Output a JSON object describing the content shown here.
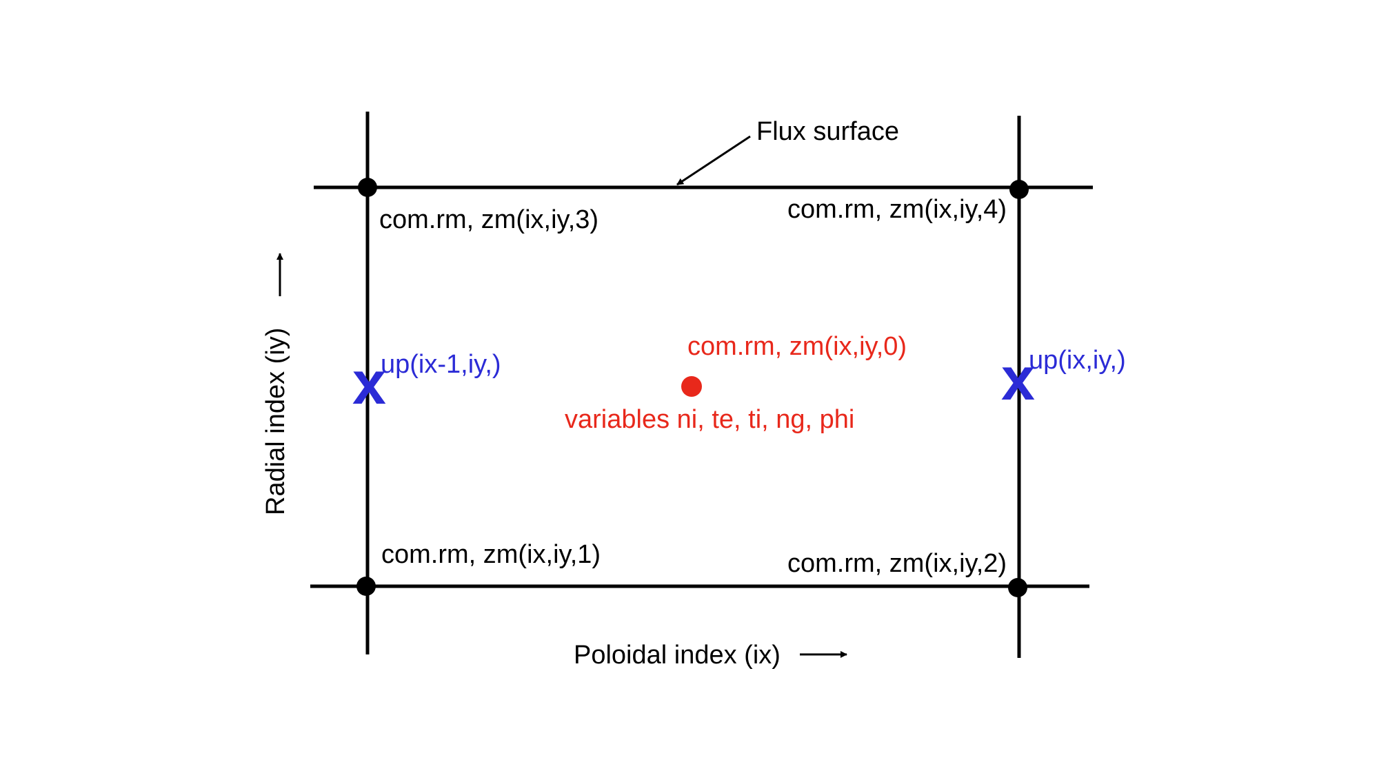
{
  "labels": {
    "flux_surface": "Flux surface",
    "corner_top_left": "com.rm, zm(ix,iy,3)",
    "corner_top_right": "com.rm, zm(ix,iy,4)",
    "corner_bottom_left": "com.rm, zm(ix,iy,1)",
    "corner_bottom_right": "com.rm, zm(ix,iy,2)",
    "center": "com.rm, zm(ix,iy,0)",
    "center_variables": "variables ni, te, ti, ng, phi",
    "face_left": "up(ix-1,iy,)",
    "face_right": "up(ix,iy,)",
    "face_marker_left": "x",
    "face_marker_right": "x",
    "radial_axis": "Radial index (iy)",
    "poloidal_axis": "Poloidal index (ix)"
  },
  "colors": {
    "grid": "#000000",
    "cell_center": "#e8281b",
    "face_velocity": "#2b2bd6"
  }
}
